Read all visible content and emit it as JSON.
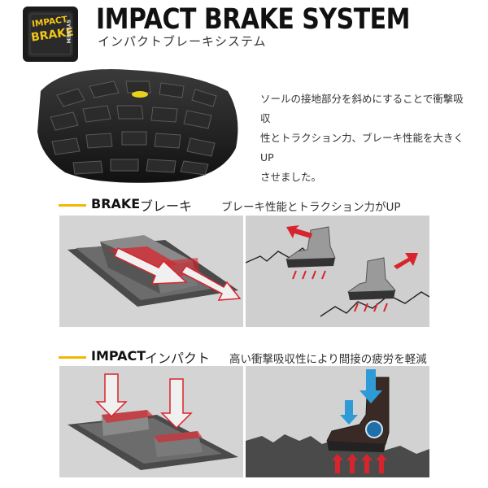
{
  "logo": {
    "line1": "IMPACT",
    "line2": "BRAKE",
    "line3": "SYSTEM"
  },
  "header": {
    "title": "IMPACT BRAKE SYSTEM",
    "subtitle": "インパクトブレーキシステム"
  },
  "description": {
    "line1": "ソールの接地部分を斜めにすることで衝撃吸収",
    "line2": "性とトラクション力、ブレーキ性能を大きくUP",
    "line3": "させました。"
  },
  "brake": {
    "label_en": "BRAKE",
    "label_jp": "ブレーキ",
    "tagline": "ブレーキ性能とトラクション力がUP"
  },
  "impact": {
    "label_en": "IMPACT",
    "label_jp": "インパクト",
    "tagline": "高い衝撃吸収性により間接の疲労を軽減"
  },
  "colors": {
    "accent": "#f2b705",
    "arrow_red": "#d8242c",
    "arrow_blue": "#2f9bd6",
    "panel_gray": "#d4d4d4",
    "logo_yellow": "#f2c518"
  }
}
